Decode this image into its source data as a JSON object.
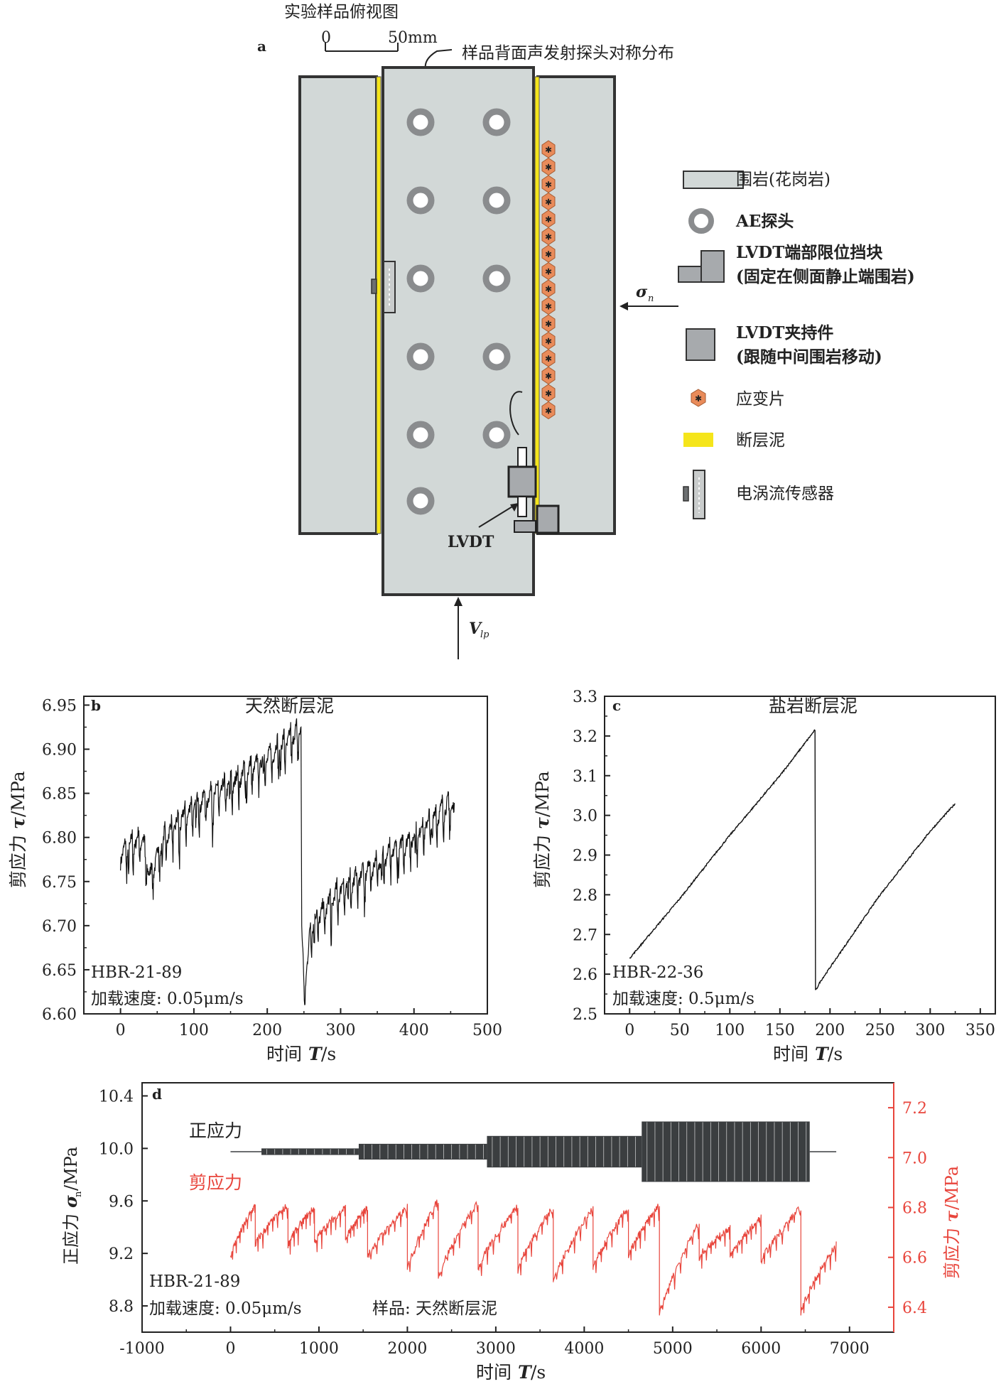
{
  "panel_a": {
    "letter": "a",
    "title": "实验样品俯视图",
    "scale_zero": "0",
    "scale_end": "50mm",
    "back_note": "样品背面声发射探头对称分布",
    "lvdt_label": "LVDT",
    "sigma_label": "σ",
    "sigma_sub": "n",
    "v_label": "V",
    "v_sub": "lp",
    "legend": [
      {
        "icon": "granite-rect-icon",
        "label": "围岩(花岗岩)"
      },
      {
        "icon": "ae-probe-ring-icon",
        "label": "AE探头"
      },
      {
        "icon": "lvdt-stop-block-icon",
        "label": "LVDT端部限位挡块",
        "label2": "(固定在侧面静止端围岩)"
      },
      {
        "icon": "lvdt-clamp-icon",
        "label": "LVDT夹持件",
        "label2": "(跟随中间围岩移动)"
      },
      {
        "icon": "strain-gauge-icon",
        "label": "应变片"
      },
      {
        "icon": "fault-gouge-icon",
        "label": "断层泥"
      },
      {
        "icon": "eddy-sensor-icon",
        "label": "电涡流传感器"
      }
    ],
    "colors": {
      "rock": "#d2d8d7",
      "gouge": "#f5e51b",
      "ae": "#8a8c8e",
      "gauge": "#e98b5a",
      "steel": "#a7aaad"
    }
  },
  "chart_data": [
    {
      "id": "b",
      "type": "line",
      "letter": "b",
      "title": "天然断层泥",
      "xlabel": "时间",
      "xlabel_var": "T",
      "xlabel_unit": "/s",
      "ylabel": "剪应力",
      "ylabel_var": "τ",
      "ylabel_unit": "/MPa",
      "xlim": [
        -50,
        500
      ],
      "ylim": [
        6.6,
        6.96
      ],
      "xticks": [
        0,
        100,
        200,
        300,
        400,
        500
      ],
      "yticks": [
        6.6,
        6.65,
        6.7,
        6.75,
        6.8,
        6.85,
        6.9,
        6.95
      ],
      "ytick_labels": [
        "6.60",
        "6.65",
        "6.70",
        "6.75",
        "6.80",
        "6.85",
        "6.90",
        "6.95"
      ],
      "annot": [
        "HBR-21-89",
        "加载速度: 0.05μm/s"
      ],
      "color": "#111111",
      "series": [
        {
          "x": [
            0,
            30,
            40,
            60,
            100,
            150,
            200,
            230,
            246,
            247,
            250,
            260,
            300,
            350,
            400,
            450,
            455
          ],
          "y": [
            6.78,
            6.8,
            6.755,
            6.8,
            6.835,
            6.86,
            6.89,
            6.91,
            6.925,
            6.7,
            6.625,
            6.7,
            6.74,
            6.77,
            6.8,
            6.84,
            6.83
          ]
        }
      ]
    },
    {
      "id": "c",
      "type": "line",
      "letter": "c",
      "title": "盐岩断层泥",
      "xlabel": "时间",
      "xlabel_var": "T",
      "xlabel_unit": "/s",
      "ylabel": "剪应力",
      "ylabel_var": "τ",
      "ylabel_unit": "/MPa",
      "xlim": [
        -25,
        365
      ],
      "ylim": [
        2.5,
        3.3
      ],
      "xticks": [
        0,
        50,
        100,
        150,
        200,
        250,
        300,
        350
      ],
      "yticks": [
        2.5,
        2.6,
        2.7,
        2.8,
        2.9,
        3.0,
        3.1,
        3.2,
        3.3
      ],
      "ytick_labels": [
        "2.5",
        "2.6",
        "2.7",
        "2.8",
        "2.9",
        "3.0",
        "3.1",
        "3.2",
        "3.3"
      ],
      "annot": [
        "HBR-22-36",
        "加载速度: 0.5μm/s"
      ],
      "color": "#111111",
      "series": [
        {
          "x": [
            0,
            50,
            100,
            150,
            185,
            186,
            190,
            250,
            300,
            325
          ],
          "y": [
            2.64,
            2.79,
            2.95,
            3.1,
            3.215,
            2.56,
            2.58,
            2.8,
            2.96,
            3.03
          ]
        }
      ]
    },
    {
      "id": "d",
      "type": "line",
      "letter": "d",
      "xlabel": "时间",
      "xlabel_var": "T",
      "xlabel_unit": "/s",
      "ylabel_left": "正应力",
      "ylabel_left_var": "σ",
      "ylabel_left_sub": "n",
      "ylabel_left_unit": "/MPa",
      "ylabel_right": "剪应力",
      "ylabel_right_var": "τ",
      "ylabel_right_unit": "/MPa",
      "xlim": [
        -1000,
        7500
      ],
      "ylim_left": [
        8.6,
        10.5
      ],
      "ylim_right": [
        6.3,
        7.3
      ],
      "xticks": [
        -1000,
        0,
        1000,
        2000,
        3000,
        4000,
        5000,
        6000,
        7000
      ],
      "yticks_left": [
        8.8,
        9.2,
        9.6,
        10.0,
        10.4
      ],
      "ytick_left_labels": [
        "8.8",
        "9.2",
        "9.6",
        "10.0",
        "10.4"
      ],
      "yticks_right": [
        6.4,
        6.6,
        6.8,
        7.0,
        7.2
      ],
      "ytick_right_labels": [
        "6.4",
        "6.6",
        "6.8",
        "7.0",
        "7.2"
      ],
      "legend_normal": "正应力",
      "legend_shear": "剪应力",
      "annot": [
        "HBR-21-89",
        "加载速度: 0.05μm/s",
        "样品: 天然断层泥"
      ],
      "normal_color": "#3b3e40",
      "shear_color": "#e8453c",
      "normal_bands": [
        {
          "x0": 0,
          "x1": 350,
          "amp": 0.0
        },
        {
          "x0": 350,
          "x1": 1450,
          "amp": 0.025
        },
        {
          "x0": 1450,
          "x1": 2900,
          "amp": 0.06
        },
        {
          "x0": 2900,
          "x1": 4650,
          "amp": 0.12
        },
        {
          "x0": 4650,
          "x1": 6550,
          "amp": 0.23
        },
        {
          "x0": 6550,
          "x1": 6850,
          "amp": 0.0
        }
      ],
      "normal_base": 9.975,
      "shear_cycles": [
        {
          "x0": 0,
          "x1": 280,
          "y0": 6.6,
          "y1": 6.81
        },
        {
          "x0": 280,
          "x1": 650,
          "y0": 6.65,
          "y1": 6.81
        },
        {
          "x0": 650,
          "x1": 950,
          "y0": 6.65,
          "y1": 6.8
        },
        {
          "x0": 950,
          "x1": 1300,
          "y0": 6.66,
          "y1": 6.8
        },
        {
          "x0": 1300,
          "x1": 1550,
          "y0": 6.67,
          "y1": 6.8
        },
        {
          "x0": 1550,
          "x1": 2000,
          "y0": 6.6,
          "y1": 6.8
        },
        {
          "x0": 2000,
          "x1": 2350,
          "y0": 6.55,
          "y1": 6.83
        },
        {
          "x0": 2350,
          "x1": 2800,
          "y0": 6.52,
          "y1": 6.82
        },
        {
          "x0": 2800,
          "x1": 3250,
          "y0": 6.55,
          "y1": 6.81
        },
        {
          "x0": 3250,
          "x1": 3650,
          "y0": 6.55,
          "y1": 6.8
        },
        {
          "x0": 3650,
          "x1": 4100,
          "y0": 6.5,
          "y1": 6.8
        },
        {
          "x0": 4100,
          "x1": 4500,
          "y0": 6.55,
          "y1": 6.8
        },
        {
          "x0": 4500,
          "x1": 4850,
          "y0": 6.6,
          "y1": 6.81
        },
        {
          "x0": 4850,
          "x1": 5300,
          "y0": 6.37,
          "y1": 6.74
        },
        {
          "x0": 5300,
          "x1": 5650,
          "y0": 6.6,
          "y1": 6.72
        },
        {
          "x0": 5650,
          "x1": 6000,
          "y0": 6.6,
          "y1": 6.76
        },
        {
          "x0": 6000,
          "x1": 6450,
          "y0": 6.58,
          "y1": 6.8
        },
        {
          "x0": 6450,
          "x1": 6850,
          "y0": 6.38,
          "y1": 6.65
        }
      ]
    }
  ]
}
